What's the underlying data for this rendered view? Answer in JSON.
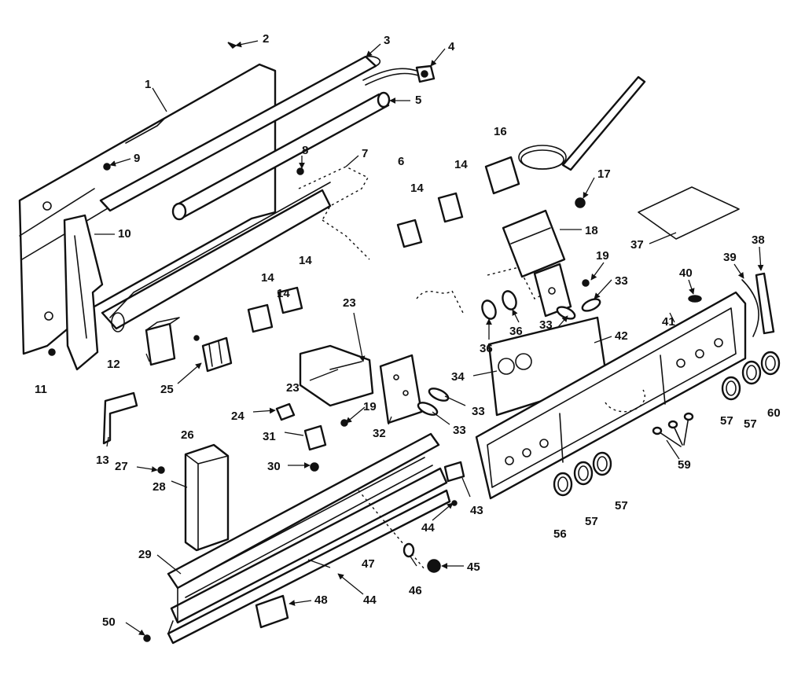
{
  "diagram": {
    "labels": [
      "1",
      "2",
      "3",
      "4",
      "5",
      "6",
      "7",
      "8",
      "9",
      "10",
      "11",
      "12",
      "13",
      "14",
      "14",
      "14",
      "14",
      "14",
      "16",
      "17",
      "18",
      "19",
      "19",
      "23",
      "23",
      "24",
      "25",
      "26",
      "27",
      "28",
      "29",
      "30",
      "31",
      "32",
      "33",
      "33",
      "33",
      "33",
      "34",
      "36",
      "36",
      "37",
      "38",
      "39",
      "40",
      "41",
      "42",
      "43",
      "44",
      "44",
      "45",
      "46",
      "47",
      "48",
      "50",
      "56",
      "57",
      "57",
      "57",
      "57",
      "59",
      "60"
    ]
  }
}
